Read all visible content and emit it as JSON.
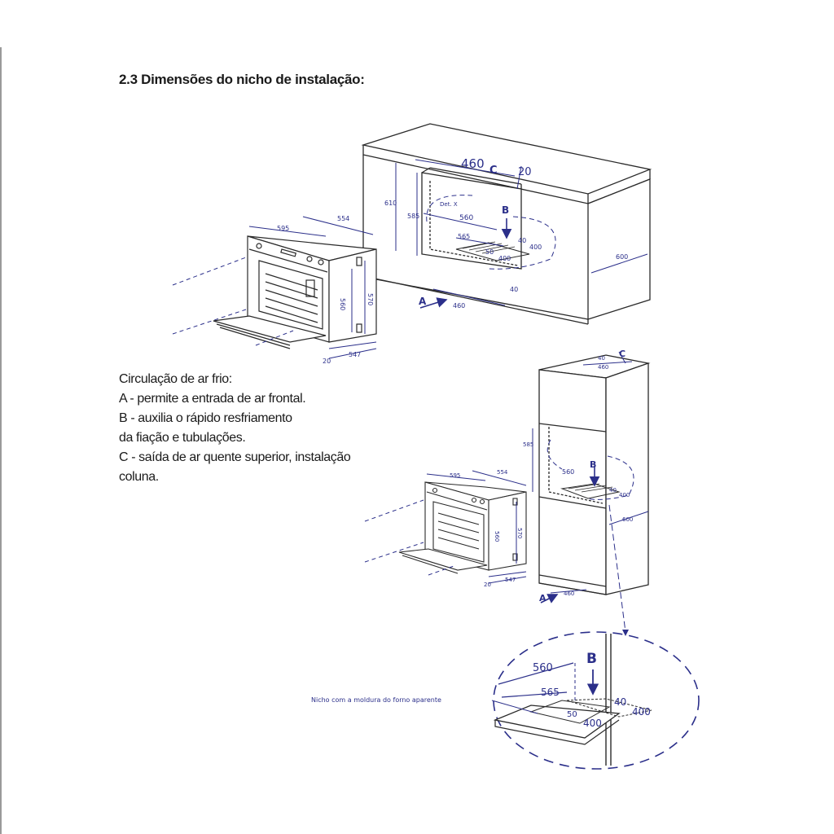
{
  "heading": "2.3 Dimensões do nicho de instalação:",
  "notes": {
    "title": "Circulação de ar frio:",
    "lines": [
      "A - permite a entrada de ar frontal.",
      "B - auxilia o rápido resfriamento",
      "da fiação e tubulações.",
      "C - saída de ar quente superior, instalação",
      "coluna."
    ]
  },
  "diagram_undercounter": {
    "oven_width": "595",
    "oven_depth": "554",
    "oven_height": "570",
    "oven_inner": "560",
    "oven_door_gap": "20",
    "oven_bottom_depth": "547",
    "niche_width": "460",
    "marker_c": "C",
    "gap_top": "20",
    "niche_height": "610",
    "niche_inner_height": "585",
    "detail_label": "Det. X",
    "niche_depth": "560",
    "niche_inner": "565",
    "marker_b": "B",
    "vent_a": "40",
    "vent_b": "400",
    "vent_c": "50",
    "vent_d": "400",
    "cabinet_depth": "600",
    "bottom_gap": "40",
    "bottom_width": "460",
    "marker_a": "A"
  },
  "diagram_column": {
    "top_a": "40",
    "top_b": "460",
    "marker_c": "C",
    "niche_height": "585",
    "niche_depth": "560",
    "marker_b": "B",
    "vent_a": "40",
    "vent_b": "400",
    "cabinet_depth": "600",
    "oven_width": "595",
    "oven_depth": "554",
    "oven_height": "570",
    "oven_inner": "560",
    "oven_gap": "20",
    "oven_bottom_depth": "547",
    "bottom_width": "460",
    "marker_a": "A"
  },
  "detail": {
    "depth": "560",
    "inner": "565",
    "marker_b": "B",
    "vent_a": "40",
    "vent_b": "400",
    "vent_c": "50",
    "vent_d": "400",
    "caption": "Nicho com a moldura do forno aparente"
  },
  "colors": {
    "line": "#2a2a2a",
    "dimension": "#2b2f8a",
    "text": "#1a1a1a"
  }
}
